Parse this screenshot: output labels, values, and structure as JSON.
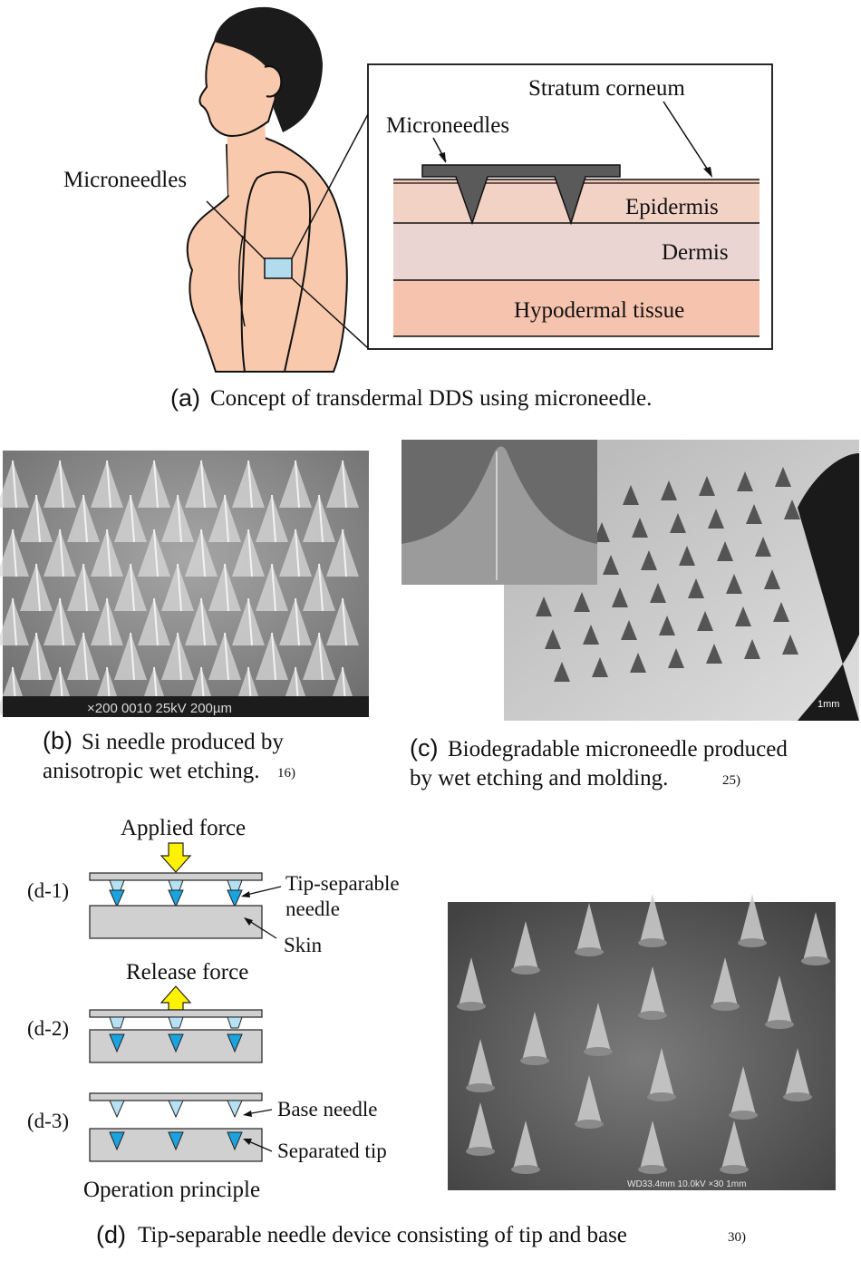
{
  "panel_a": {
    "label_microneedles_body": "Microneedles",
    "label_stratum": "Stratum corneum",
    "label_microneedles_inset": "Microneedles",
    "label_epidermis": "Epidermis",
    "label_dermis": "Dermis",
    "label_hypodermal": "Hypodermal tissue",
    "caption_letter": "(a)",
    "caption_text": "Concept of transdermal DDS using microneedle.",
    "colors": {
      "skin": "#f8c9ad",
      "epidermis": "#f3d2c6",
      "dermis": "#ebd5d2",
      "hypodermal": "#f6c3ae",
      "patch": "#b2dced"
    }
  },
  "panel_b": {
    "sem_scale_text": "×200  0010  25kV 200µm",
    "caption_letter": "(b)",
    "caption_line1": "Si needle produced by",
    "caption_line2": "anisotropic wet etching.",
    "caption_ref": "16)"
  },
  "panel_c": {
    "sem_scale_text": "1mm",
    "caption_letter": "(c)",
    "caption_line1": "Biodegradable microneedle produced",
    "caption_line2": "by wet etching and molding.",
    "caption_ref": "25)"
  },
  "panel_d": {
    "applied_force": "Applied force",
    "tip_separable": "Tip-separable",
    "needle": "needle",
    "skin": "Skin",
    "release_force": "Release force",
    "base_needle": "Base needle",
    "separated_tip": "Separated tip",
    "step1": "(d-1)",
    "step2": "(d-2)",
    "step3": "(d-3)",
    "operation_principle": "Operation principle",
    "sem_scale_text": "WD33.4mm 10.0kV ×30     1mm",
    "caption_letter": "(d)",
    "caption_text": "Tip-separable needle device consisting of tip and base",
    "caption_ref": "30)",
    "colors": {
      "arrow": "#fff200",
      "tip": "#1ba3e0",
      "base": "#b6e1f5",
      "plate": "#d0d0d0"
    }
  }
}
